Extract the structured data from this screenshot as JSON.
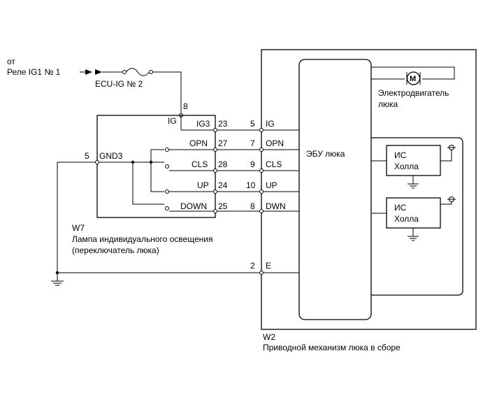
{
  "source": {
    "from": "от",
    "relay": "Реле IG1 № 1",
    "fuse": "ECU-IG № 2",
    "pin": "8"
  },
  "switch": {
    "connector": "W7",
    "name_line1": "Лампа индивидуального освещения",
    "name_line2": "(переключатель люка)",
    "pin_gnd": "5",
    "label_gnd": "GND3",
    "label_ig_left": "IG",
    "terminals": [
      {
        "label": "IG3",
        "pin": "23"
      },
      {
        "label": "OPN",
        "pin": "27"
      },
      {
        "label": "CLS",
        "pin": "28"
      },
      {
        "label": "UP",
        "pin": "24"
      },
      {
        "label": "DOWN",
        "pin": "25"
      }
    ]
  },
  "actuator": {
    "connector": "W2",
    "name": "Приводной механизм люка в сборе",
    "ecu": "ЭБУ люка",
    "motor_symbol": "M",
    "motor_line1": "Электродвигатель",
    "motor_line2": "люка",
    "hall1_line1": "ИС",
    "hall1_line2": "Холла",
    "hall2_line1": "ИС",
    "hall2_line2": "Холла",
    "terminals": [
      {
        "pin": "5",
        "label": "IG"
      },
      {
        "pin": "7",
        "label": "OPN"
      },
      {
        "pin": "9",
        "label": "CLS"
      },
      {
        "pin": "10",
        "label": "UP"
      },
      {
        "pin": "8",
        "label": "DWN"
      }
    ],
    "ground_pin": "2",
    "ground_label": "E"
  }
}
